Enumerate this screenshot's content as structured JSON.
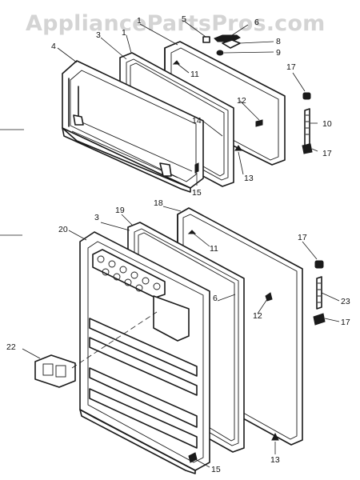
{
  "watermark": "AppliancePartsPros.com",
  "callouts": {
    "c1": "1",
    "c5": "5",
    "c6a": "6",
    "c3a": "3",
    "c4": "4",
    "c8": "8",
    "c9": "9",
    "c17a": "17",
    "c11a": "11",
    "c12a": "12",
    "c14": "14",
    "c10": "10",
    "c17b": "17",
    "c13a": "13",
    "c15a": "15",
    "c18": "18",
    "c19": "19",
    "c3b": "3",
    "c20": "20",
    "c17c": "17",
    "c11b": "11",
    "c6b": "6",
    "c12b": "12",
    "c23": "23",
    "c17d": "17",
    "c22": "22",
    "c13b": "13",
    "c15b": "15"
  },
  "icons": {
    "door-gasket": "rectangular seal frame",
    "door-panel": "door liner with shelves",
    "hinge-pin": "small pin / screw",
    "door-stop": "small cap",
    "handle": "vertical grip bar"
  }
}
